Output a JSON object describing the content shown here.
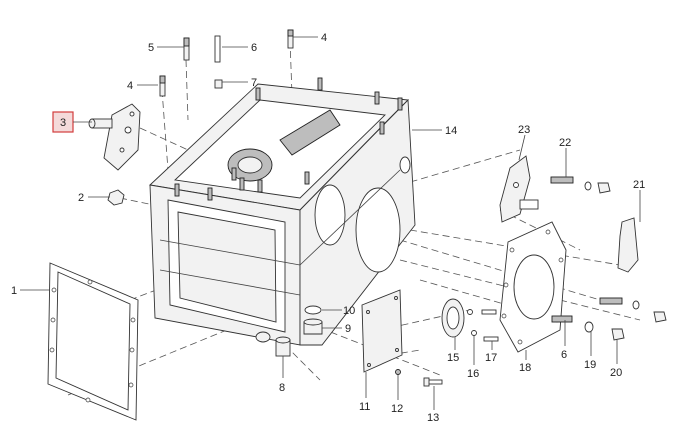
{
  "diagram": {
    "highlighted": "3",
    "highlight_color": "#d23c3c",
    "labels": {
      "p1": "1",
      "p2": "2",
      "p3": "3",
      "p4a": "4",
      "p4b": "4",
      "p5": "5",
      "p6a": "6",
      "p6b": "6",
      "p7": "7",
      "p8": "8",
      "p9": "9",
      "p10": "10",
      "p11": "11",
      "p12": "12",
      "p13": "13",
      "p14": "14",
      "p15": "15",
      "p16": "16",
      "p17": "17",
      "p18": "18",
      "p19": "19",
      "p20": "20",
      "p21": "21",
      "p22": "22",
      "p23": "23"
    }
  }
}
